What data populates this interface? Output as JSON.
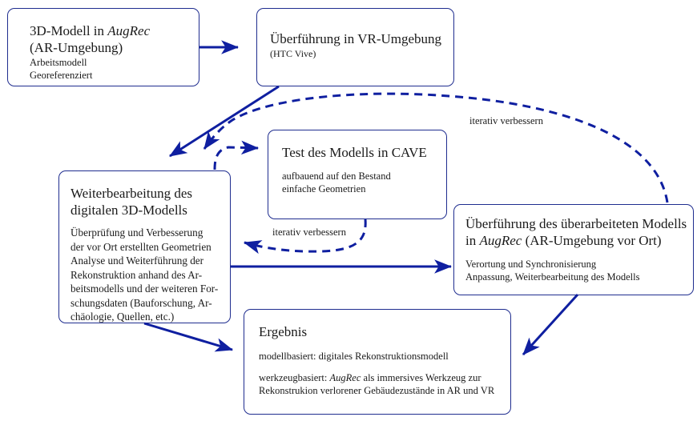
{
  "colors": {
    "arrow": "#0f1fa0",
    "box_border": "#1f2d8f",
    "text": "#1a1a1a"
  },
  "boxes": {
    "ar_model": {
      "title_prefix": "3D-Modell in ",
      "title_italic": "AugRec",
      "title_line2": "(AR-Umgebung)",
      "lines": [
        "Arbeitsmodell",
        "Georeferenziert"
      ]
    },
    "vr_transfer": {
      "title": "Überführung in VR-Umgebung",
      "lines": [
        "(HTC Vive)"
      ]
    },
    "cave_test": {
      "title": "Test des Modells in CAVE",
      "lines": [
        "aufbauend auf den Bestand",
        "einfache Geometrien"
      ]
    },
    "further_processing": {
      "title_line1": "Weiterbearbeitung des",
      "title_line2": "digitalen 3D-Modells",
      "lines": [
        "Überprüfung und Verbesserung",
        "der vor Ort erstellten Geometrien",
        "Analyse und Weiterführung der",
        "Rekonstruktion anhand des Ar-",
        "beitsmodells und der weiteren For-",
        "schungsdaten (Bauforschung, Ar-",
        "chäologie, Quellen, etc.)"
      ]
    },
    "revised_transfer": {
      "title_line1": "Überführung des überarbeiteten Modells",
      "title_line2_prefix": "in ",
      "title_line2_italic": "AugRec",
      "title_line2_suffix": " (AR-Umgebung vor Ort)",
      "lines": [
        "Verortung und Synchronisierung",
        "Anpassung, Weiterbearbeitung des Modells"
      ]
    },
    "result": {
      "title": "Ergebnis",
      "line1": "modellbasiert: digitales Rekonstruktionsmodell",
      "line2_prefix": "werkzeugbasiert: ",
      "line2_italic": "AugRec",
      "line2_suffix": " als immersives Werkzeug zur",
      "line3": "Rekonstrukion verlorener Gebäudezustände in AR und VR"
    }
  },
  "labels": {
    "iterate_top": "iterativ verbessern",
    "iterate_mid": "iterativ verbessern"
  },
  "connections": [
    {
      "from": "ar_model",
      "to": "vr_transfer",
      "style": "solid"
    },
    {
      "from": "vr_transfer",
      "to": "further_processing",
      "style": "solid"
    },
    {
      "from": "further_processing",
      "to": "cave_test",
      "style": "dashed"
    },
    {
      "from": "cave_test",
      "to": "further_processing",
      "style": "dashed",
      "label": "iterativ verbessern"
    },
    {
      "from": "revised_transfer",
      "to": "further_processing",
      "style": "dashed",
      "label": "iterativ verbessern"
    },
    {
      "from": "further_processing",
      "to": "revised_transfer",
      "style": "solid"
    },
    {
      "from": "further_processing",
      "to": "result",
      "style": "solid"
    },
    {
      "from": "revised_transfer",
      "to": "result",
      "style": "solid"
    }
  ]
}
